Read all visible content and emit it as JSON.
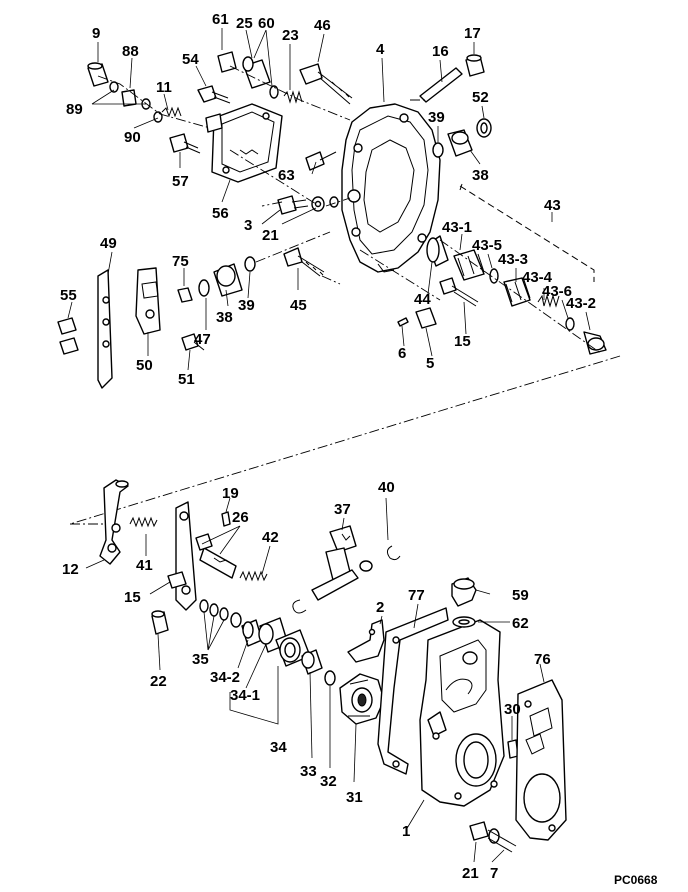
{
  "diagram": {
    "code": "PC0668",
    "callouts": [
      "1",
      "2",
      "3",
      "4",
      "5",
      "6",
      "7",
      "9",
      "11",
      "12",
      "15",
      "16",
      "17",
      "19",
      "21",
      "21",
      "22",
      "23",
      "25",
      "26",
      "30",
      "31",
      "32",
      "33",
      "34",
      "34-1",
      "34-2",
      "35",
      "37",
      "38",
      "38",
      "39",
      "39",
      "40",
      "41",
      "42",
      "43",
      "43-1",
      "43-2",
      "43-3",
      "43-4",
      "43-5",
      "43-6",
      "44",
      "45",
      "46",
      "47",
      "49",
      "50",
      "51",
      "52",
      "54",
      "55",
      "56",
      "57",
      "59",
      "60",
      "61",
      "62",
      "63",
      "75",
      "76",
      "77",
      "88",
      "89",
      "90"
    ]
  }
}
